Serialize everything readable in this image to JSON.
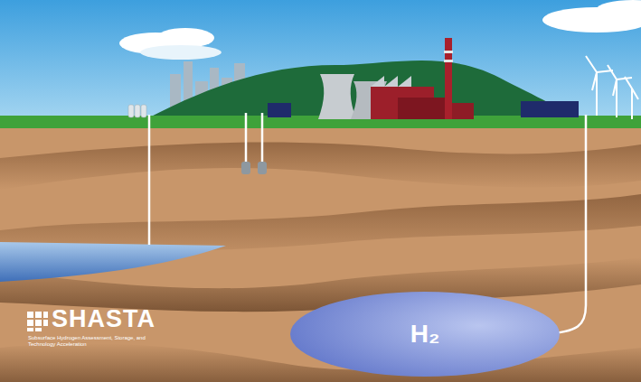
{
  "diagram": {
    "nodes": [
      {
        "text": [
          "H₂"
        ]
      }
    ],
    "labels": [
      "SHASTA",
      "Subsurface Hydrogen Assessment, Storage, and Technology Acceleration"
    ]
  }
}
